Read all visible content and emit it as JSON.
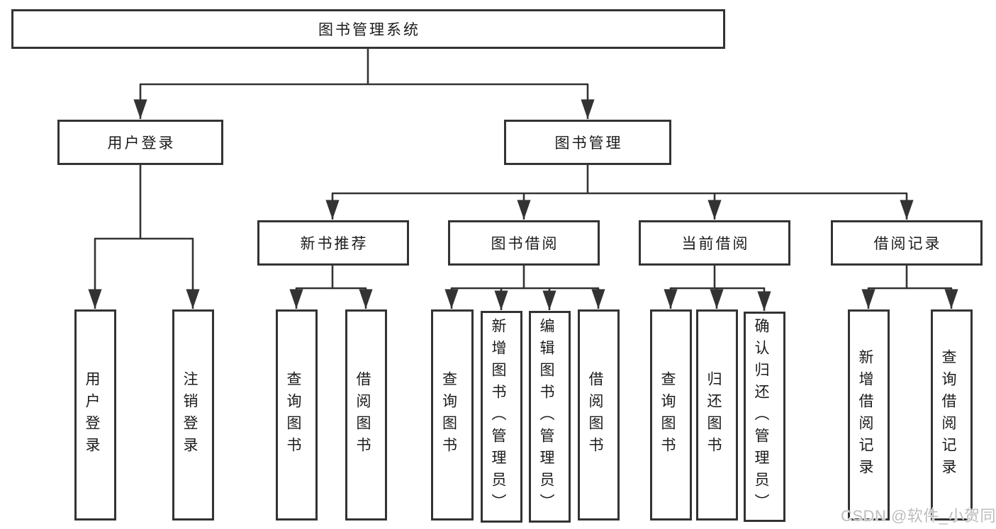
{
  "diagram": {
    "root": {
      "label": "图书管理系统"
    },
    "level2": [
      {
        "label": "用户登录"
      },
      {
        "label": "图书管理"
      }
    ],
    "level3": [
      {
        "label": "新书推荐"
      },
      {
        "label": "图书借阅"
      },
      {
        "label": "当前借阅"
      },
      {
        "label": "借阅记录"
      }
    ],
    "leaves": {
      "user_login": [
        {
          "label": "用户登录"
        },
        {
          "label": "注销登录"
        }
      ],
      "new_book_recommend": [
        {
          "label": "查询图书"
        },
        {
          "label": "借阅图书"
        }
      ],
      "book_borrow": [
        {
          "label": "查询图书"
        },
        {
          "label": "新增图书（管理员）"
        },
        {
          "label": "编辑图书（管理员）"
        },
        {
          "label": "借阅图书"
        }
      ],
      "current_borrow": [
        {
          "label": "查询图书"
        },
        {
          "label": "归还图书"
        },
        {
          "label": "确认归还（管理员）"
        }
      ],
      "borrow_records": [
        {
          "label": "新增借阅记录"
        },
        {
          "label": "查询借阅记录"
        }
      ]
    }
  },
  "watermark": {
    "text": "CSDN @软件_小贺同学"
  },
  "colors": {
    "line": "#333333",
    "box_border": "#333333",
    "background": "#ffffff",
    "watermark": "#bdbdbd"
  }
}
